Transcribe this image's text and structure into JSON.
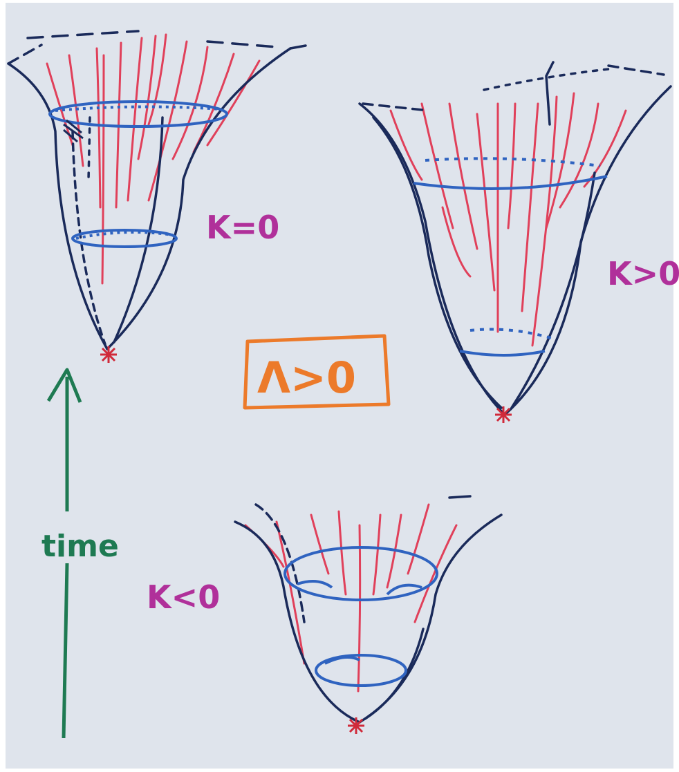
{
  "labels": {
    "k_zero": "K=0",
    "k_positive": "K>0",
    "k_negative": "K<0",
    "lambda": "Λ>0",
    "time": "time"
  },
  "colors": {
    "paper": "#dfe4ec",
    "outline": "#1a2a5a",
    "world_lines": "#e0405a",
    "slices": "#2f63c0",
    "k_labels": "#b0309a",
    "lambda_box": "#ec7a2a",
    "time_arrow": "#1e7a52",
    "singularity": "#d02a3a"
  },
  "figures": [
    {
      "id": "k_zero",
      "label_key": "labels.k_zero"
    },
    {
      "id": "k_positive",
      "label_key": "labels.k_positive"
    },
    {
      "id": "k_negative",
      "label_key": "labels.k_negative"
    }
  ]
}
